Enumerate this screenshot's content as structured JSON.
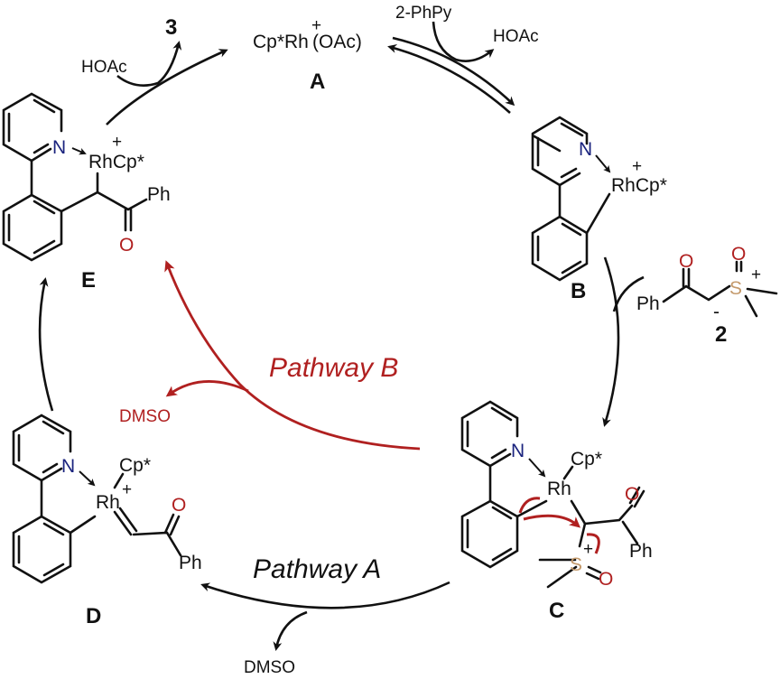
{
  "diagram": {
    "title": "Rh(III)-catalyzed C-H activation catalytic cycle with sulfoxonium ylide",
    "colors": {
      "bonds": "#111111",
      "nitrogen": "#1a237e",
      "oxygen": "#b02020",
      "sulfur": "#c49a6c",
      "pathway_b": "#b02020"
    },
    "species": {
      "A": {
        "label": "A",
        "formula_pre": "Cp*Rh",
        "formula_post": "(OAc)",
        "charge": "+"
      },
      "B": {
        "label": "B",
        "metal": "RhCp*",
        "charge": "+",
        "n": "N"
      },
      "C": {
        "label": "C",
        "metal": "Rh",
        "cp": "Cp*",
        "n": "N",
        "o1": "O",
        "ph": "Ph",
        "s": "S",
        "o2": "O",
        "charge": "+"
      },
      "D": {
        "label": "D",
        "metal": "Rh",
        "cp": "Cp*",
        "n": "N",
        "o": "O",
        "ph": "Ph",
        "charge": "+"
      },
      "E": {
        "label": "E",
        "metal": "RhCp*",
        "n": "N",
        "o": "O",
        "ph": "Ph",
        "charge": "+"
      }
    },
    "reagent_2": {
      "label": "2",
      "ph": "Ph",
      "o1": "O",
      "o2": "O",
      "s": "S",
      "plus": "+",
      "minus": "-"
    },
    "arrows": {
      "e_to_a": {
        "in": "HOAc",
        "out": "3"
      },
      "a_to_b": {
        "in": "2-PhPy",
        "out": "HOAc"
      },
      "pathway_a": {
        "label": "Pathway A",
        "out": "DMSO"
      },
      "pathway_b": {
        "label": "Pathway B",
        "out": "DMSO"
      }
    }
  }
}
